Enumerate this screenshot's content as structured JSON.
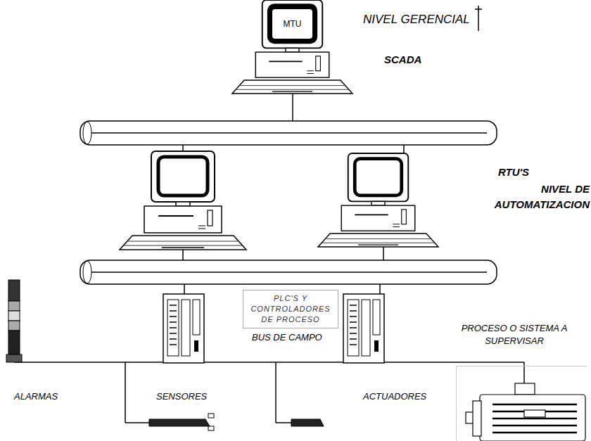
{
  "diagram": {
    "nodes": [
      {
        "text": [
          "MTU"
        ]
      },
      {
        "text": [
          "PLC'S Y CONTROLADORES DE PROCESO"
        ]
      },
      {
        "text": [
          "PROCESO O SISTEMA A SUPERVISAR"
        ]
      }
    ],
    "labels": [
      "NIVEL GERENCIAL",
      "SCADA",
      "RTU'S",
      "NIVEL DE AUTOMATIZACION",
      "BUS DE CAMPO",
      "ALARMAS",
      "SENSORES",
      "ACTUADORES"
    ]
  }
}
